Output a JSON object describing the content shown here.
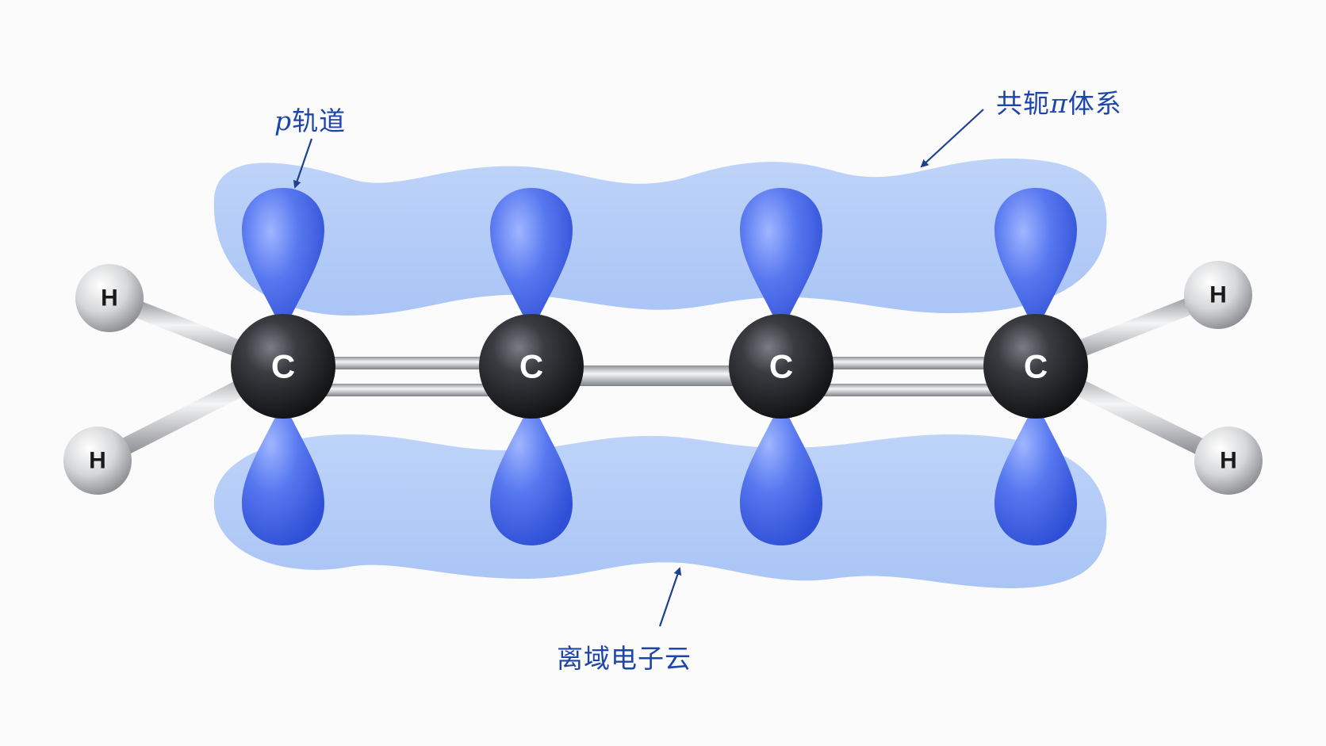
{
  "annotations": {
    "p_orbital": {
      "prefix": "p",
      "text": "轨道"
    },
    "conjugated": {
      "prefix": "共轭",
      "symbol": "π",
      "suffix": "体系"
    },
    "electron_cloud": {
      "text": "离域电子云"
    }
  },
  "atoms": {
    "carbon": [
      "C",
      "C",
      "C",
      "C"
    ],
    "hydrogen": [
      "H",
      "H",
      "H",
      "H"
    ]
  },
  "bonds": [
    "double",
    "single",
    "double"
  ],
  "colors": {
    "annotation_text": "#1e46a8",
    "arrow": "#1f3f8f",
    "cloud": "#9dbdf6",
    "lobe": "#4f72ee",
    "carbon": "#2a2c30",
    "hydrogen": "#d9dadc",
    "bond": "#bfc2c6",
    "background": "#fbfbfc"
  }
}
